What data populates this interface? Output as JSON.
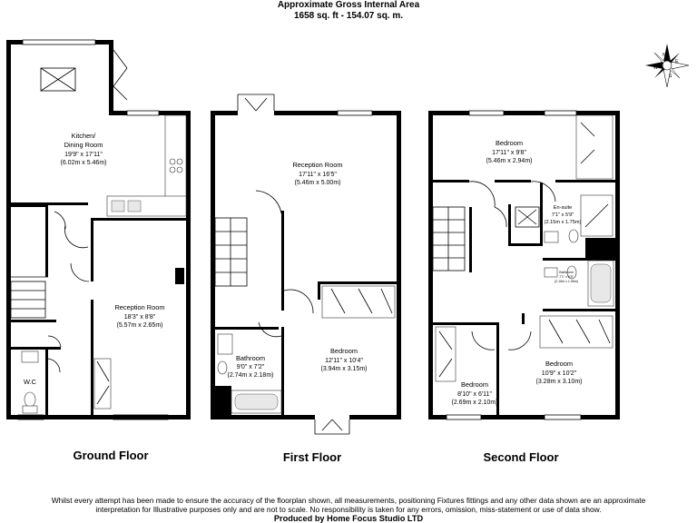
{
  "header": {
    "title": "Approximate Gross Internal Area",
    "area": "1658 sq. ft - 154.07 sq. m."
  },
  "floors": [
    {
      "label": "Ground Floor",
      "rooms": [
        {
          "name_lines": [
            "Kitchen/",
            "Dining Room"
          ],
          "dims": [
            "19'9\" x 17'11\"",
            "(6.02m x 5.46m)"
          ]
        },
        {
          "name_lines": [
            "Reception Room"
          ],
          "dims": [
            "18'3\" x 8'8\"",
            "(5.57m x 2.65m)"
          ]
        },
        {
          "name_lines": [
            "W.C"
          ],
          "dims": []
        }
      ]
    },
    {
      "label": "First Floor",
      "rooms": [
        {
          "name_lines": [
            "Reception Room"
          ],
          "dims": [
            "17'11\" x 16'5\"",
            "(5.46m x 5.00m)"
          ]
        },
        {
          "name_lines": [
            "Bathroom"
          ],
          "dims": [
            "9'0\" x 7'2\"",
            "(2.74m x 2.18m)"
          ]
        },
        {
          "name_lines": [
            "Bedroom"
          ],
          "dims": [
            "12'11\" x 10'4\"",
            "(3.94m x 3.15m)"
          ]
        }
      ]
    },
    {
      "label": "Second Floor",
      "rooms": [
        {
          "name_lines": [
            "Bedroom"
          ],
          "dims": [
            "17'11\" x 9'8\"",
            "(5.46m x 2.94m)"
          ]
        },
        {
          "name_lines": [
            "En-suite"
          ],
          "dims": [
            "7'1\" x 5'9\"",
            "(2.15m x 1.75m)"
          ]
        },
        {
          "name_lines": [
            "Bathroom"
          ],
          "dims": [
            "7'1\" x 6'5\"",
            "(2.15m x 1.95m)"
          ]
        },
        {
          "name_lines": [
            "Bedroom"
          ],
          "dims": [
            "10'9\" x 10'2\"",
            "(3.28m x 3.10m)"
          ]
        },
        {
          "name_lines": [
            "Bedroom"
          ],
          "dims": [
            "8'10\" x 6'11\"",
            "(2.69m x 2.10m)"
          ]
        }
      ]
    }
  ],
  "compass": {
    "icon": "compass-rose-icon",
    "letters": [
      "N",
      "E",
      "S",
      "W"
    ]
  },
  "disclaimer": {
    "line1": "Whilst every attempt has been made to ensure the accuracy of the floorplan shown, all measurements, positioning Fixtures fittings and any other data shown are an approximate",
    "line2": "interpretation for Illustrative purposes only  and are not to scale. No responsibility is taken for any errors, omission, miss-statement or use of data show."
  },
  "producer": "Produced by Home Focus Studio LTD"
}
